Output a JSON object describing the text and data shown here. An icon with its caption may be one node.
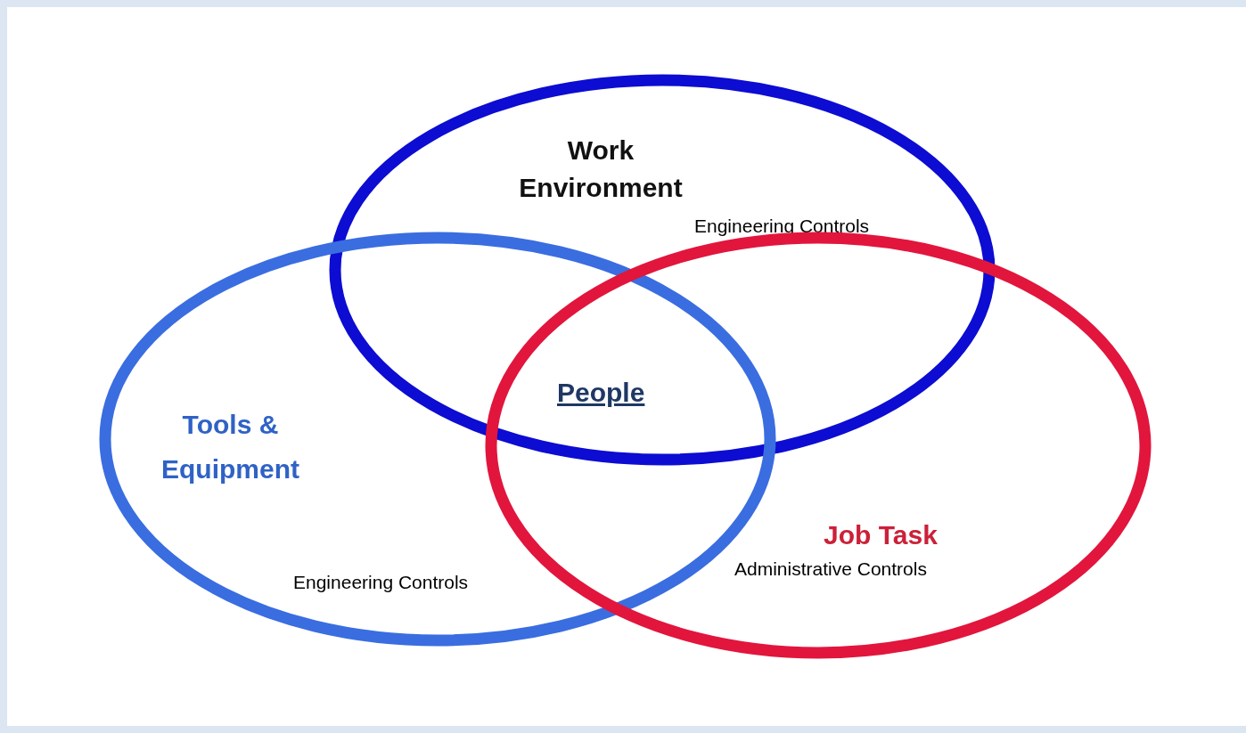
{
  "diagram": {
    "nodes": [
      {
        "text": [
          "Work Environment",
          "Engineering Controls"
        ]
      },
      {
        "text": [
          "Tools & Equipment",
          "Engineering Controls"
        ]
      },
      {
        "text": [
          "Job Task",
          "Administrative Controls"
        ]
      }
    ],
    "labels": [
      "People"
    ]
  }
}
